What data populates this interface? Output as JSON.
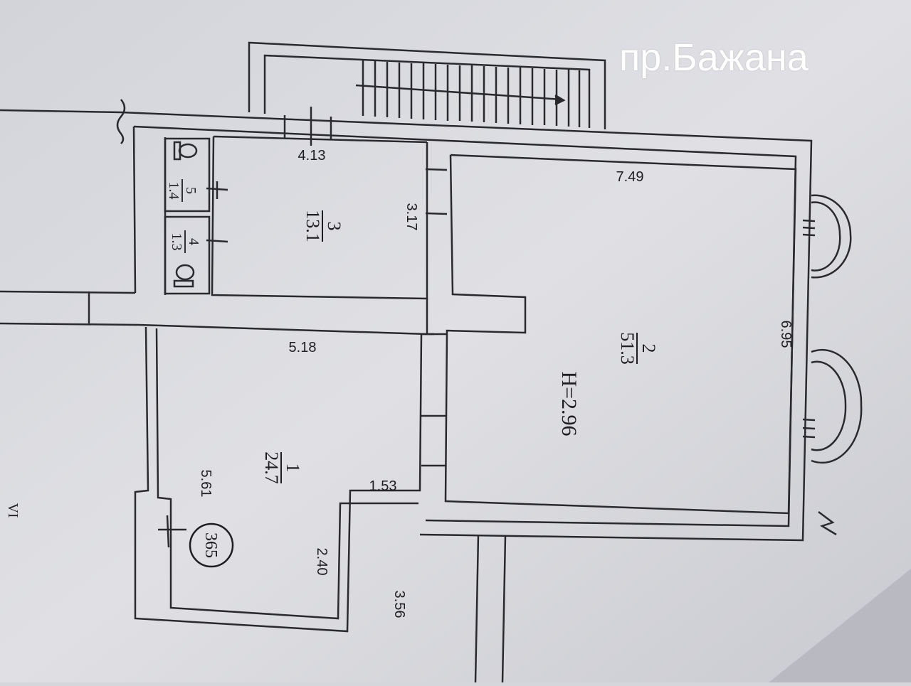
{
  "street_label": "пр.Бажана",
  "rooms": [
    {
      "number": "1",
      "area": "24.7"
    },
    {
      "number": "2",
      "area": "51.3"
    },
    {
      "number": "3",
      "area": "13.1"
    },
    {
      "number": "4",
      "area": "1.3"
    },
    {
      "number": "5",
      "area": "1.4"
    }
  ],
  "ceiling_height": "H=2.96",
  "unit_number": "365",
  "dimensions": {
    "room3_width": "4.13",
    "room3_depth": "3.17",
    "room2_width": "7.49",
    "room2_depth": "6.95",
    "room1_width": "5.18",
    "room1_depth": "5.61",
    "room1_step": "1.53",
    "room1_niche": "2.40",
    "exterior": "3.56"
  },
  "edge_label": "VI"
}
